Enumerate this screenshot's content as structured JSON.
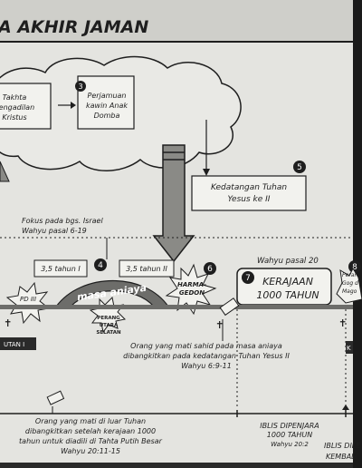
{
  "header": {
    "title": "A AKHIR JAMAN"
  },
  "cloud": {
    "throne": [
      "Takhta",
      "Pengadilan",
      "Kristus"
    ],
    "feast": [
      "Perjamuan",
      "kawin Anak",
      "Domba"
    ],
    "feast_number": "3"
  },
  "second_coming": {
    "lines": [
      "Kedatangan Tuhan",
      "Yesus ke II"
    ],
    "number": "5"
  },
  "israel_focus": {
    "line1": "Fokus pada bgs. Israel",
    "line2": "Wahyu pasal 6-19"
  },
  "tribulation": {
    "half1": "3,5 tahun I",
    "half2": "3,5 tahun II",
    "number": "4",
    "arc_label": "masa aniaya",
    "starburst_left": "PD III",
    "starburst_mid": [
      "PERANG",
      "UTARA",
      "SELATAN"
    ]
  },
  "armageddon": {
    "label_line1": "HARMA-",
    "label_line2": "GEDON",
    "number": "6"
  },
  "kingdom": {
    "ref": "Wahyu pasal 20",
    "number": "7",
    "line1": "KERAJAAN",
    "line2": "1000 TAHUN",
    "number_right": "8",
    "right_partial": [
      "Perar",
      "Gog d",
      "Mago"
    ]
  },
  "tags": {
    "left": "UTAN I",
    "right": "K"
  },
  "notes": {
    "resurrection": [
      "Orang yang mati sahid pada masa aniaya",
      "dibangkitkan pada kedatangan Tuhan Yesus II",
      "Wahyu 6:9-11"
    ],
    "judgment": [
      "Orang yang mati di luar Tuhan",
      "dibangkitkan setelah kerajaan 1000",
      "tahun untuk diadili di Tahta Putih Besar",
      "Wahyu 20:11-15"
    ],
    "prison": [
      "IBLIS DIPENJARA",
      "1000 TAHUN",
      "Wahyu 20:2"
    ],
    "release": [
      "IBLIS DILE",
      "KEMBALI"
    ]
  },
  "colors": {
    "paper": "#e4e4e0",
    "ink": "#1e1e1e",
    "header_bg": "#cfcfca",
    "arrow_gray": "#8a8a86",
    "arc_gray": "#6d6d6a"
  }
}
